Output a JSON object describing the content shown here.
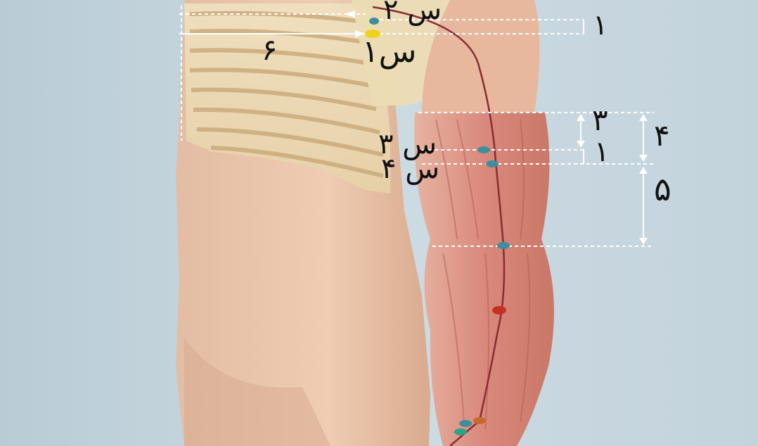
{
  "labels": {
    "s2": "س ۲",
    "s1": "س۱",
    "six": "۶",
    "one_top": "۱",
    "three": "۳",
    "four_right": "۴",
    "one_mid": "۱",
    "five": "۵",
    "s3": "س ۳",
    "s4": "س ۴"
  },
  "colors": {
    "background": "#c7d6de",
    "skin": "#e9c3a6",
    "muscle": "#d98b80",
    "bone": "#eedfb8",
    "point_blue": "#3d8fa0",
    "point_yellow": "#f1d21a",
    "point_red": "#c4311f",
    "guide_line": "#ffffff"
  }
}
